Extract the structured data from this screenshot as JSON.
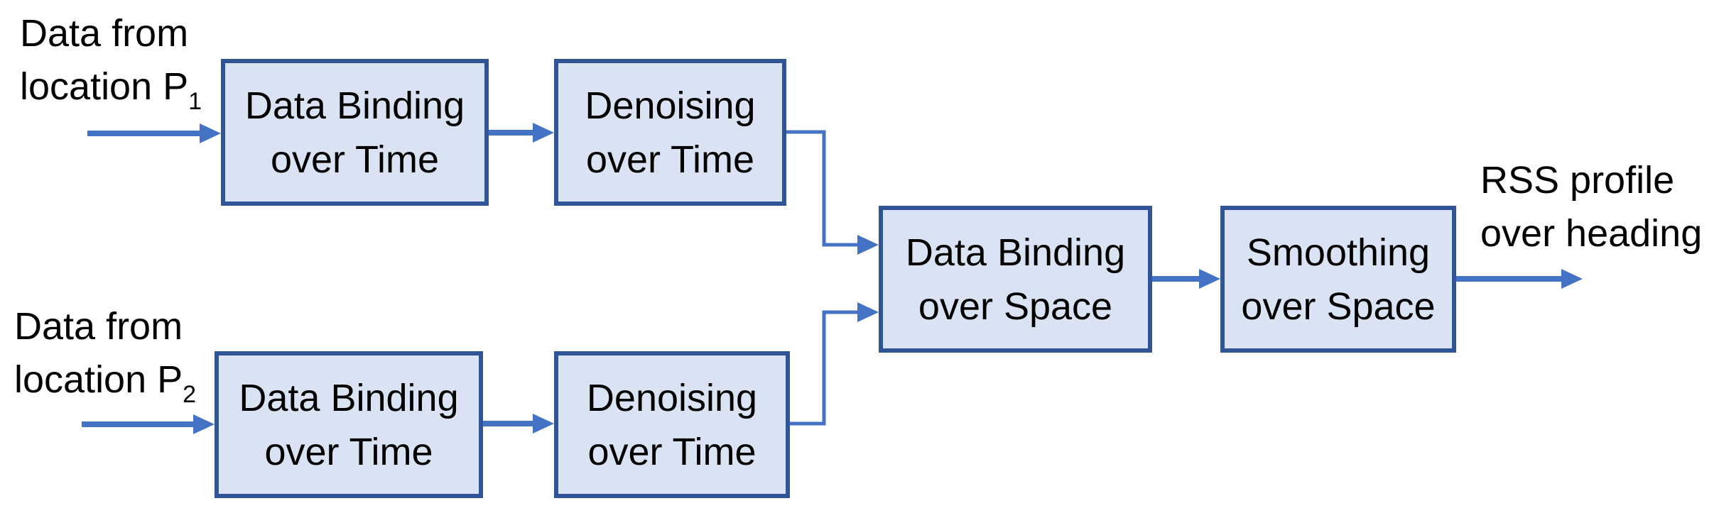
{
  "colors": {
    "background": "#ffffff",
    "box_fill": "#dae3f3",
    "box_border": "#2f5597",
    "arrow": "#4472c4",
    "text": "#000000"
  },
  "labels": {
    "input1": {
      "line1": "Data from",
      "line2": "location P",
      "subscript": "1"
    },
    "input2": {
      "line1": "Data from",
      "line2": "location P",
      "subscript": "2"
    },
    "output": {
      "line1": "RSS profile",
      "line2": "over heading"
    }
  },
  "blocks": {
    "binding_time_1": {
      "line1": "Data Binding",
      "line2": "over Time"
    },
    "denoising_1": {
      "line1": "Denoising",
      "line2": "over Time"
    },
    "binding_time_2": {
      "line1": "Data Binding",
      "line2": "over Time"
    },
    "denoising_2": {
      "line1": "Denoising",
      "line2": "over Time"
    },
    "binding_space": {
      "line1": "Data Binding",
      "line2": "over Space"
    },
    "smoothing_space": {
      "line1": "Smoothing",
      "line2": "over Space"
    }
  }
}
